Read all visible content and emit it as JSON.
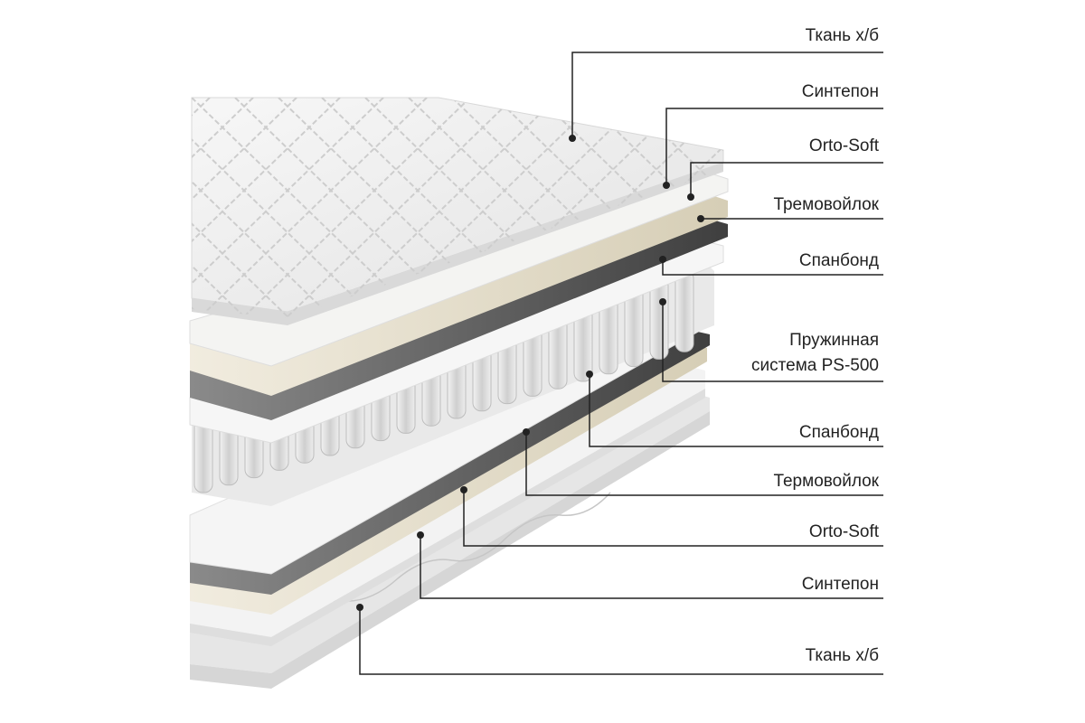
{
  "labels": [
    "Ткань х/б",
    "Синтепон",
    "Orto-Soft",
    "Тремовойлок",
    "Спанбонд",
    "Пружинная",
    "система PS-500",
    "Спанбонд",
    "Термовойлок",
    "Orto-Soft",
    "Синтепон",
    "Ткань х/б"
  ],
  "colors": {
    "fabric": "#ececec",
    "quilt_line": "#c9c9c9",
    "sintepon": "#f2f2f0",
    "orto_soft": "#e3dcc8",
    "felt": "#5a5a5a",
    "spanbond": "#f4f4f4",
    "springs": "#dcdcdc",
    "callout_line": "#222222"
  }
}
